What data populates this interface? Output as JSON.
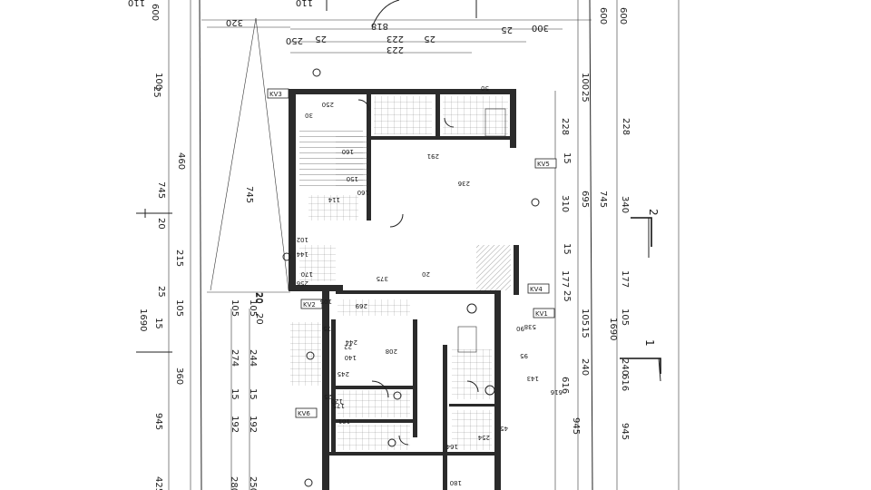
{
  "left_dims": {
    "col1": [
      "600",
      "100",
      "25",
      "460",
      "745",
      "20",
      "215",
      "25",
      "1690",
      "105",
      "15",
      "360",
      "945",
      "425"
    ],
    "col2": [
      "20",
      "105",
      "274",
      "15",
      "192",
      "280"
    ],
    "col3": [
      "745",
      "20",
      "105",
      "244",
      "15",
      "192",
      "250",
      "20"
    ]
  },
  "top_dims": [
    "110",
    "320",
    "110",
    "818",
    "250",
    "25",
    "223",
    "25",
    "223",
    "300",
    "25"
  ],
  "right_dims": {
    "col1": [
      "600",
      "100",
      "25",
      "228",
      "15",
      "695",
      "310",
      "745",
      "15",
      "177",
      "25",
      "105",
      "15",
      "240",
      "1690",
      "616",
      "945"
    ],
    "col2": [
      "600",
      "228",
      "340",
      "177",
      "105",
      "240",
      "616",
      "945"
    ]
  },
  "section_labels": [
    "2",
    "1"
  ],
  "kv_tags": [
    "KV3",
    "KV6",
    "KV5",
    "KV4",
    "KV1",
    "KV2"
  ],
  "room_dims": [
    "250",
    "30",
    "160",
    "150",
    "102",
    "170",
    "144",
    "256",
    "375",
    "20",
    "160",
    "291",
    "95",
    "90",
    "75",
    "208",
    "140",
    "245",
    "244",
    "22",
    "25",
    "120",
    "175",
    "101",
    "164",
    "180",
    "538",
    "143",
    "616",
    "45",
    "254",
    "236",
    "50",
    "269",
    "105",
    "114"
  ],
  "colors": {
    "ink": "#1a1a1a",
    "wall": "#2b2b2b",
    "paper": "#ffffff"
  }
}
